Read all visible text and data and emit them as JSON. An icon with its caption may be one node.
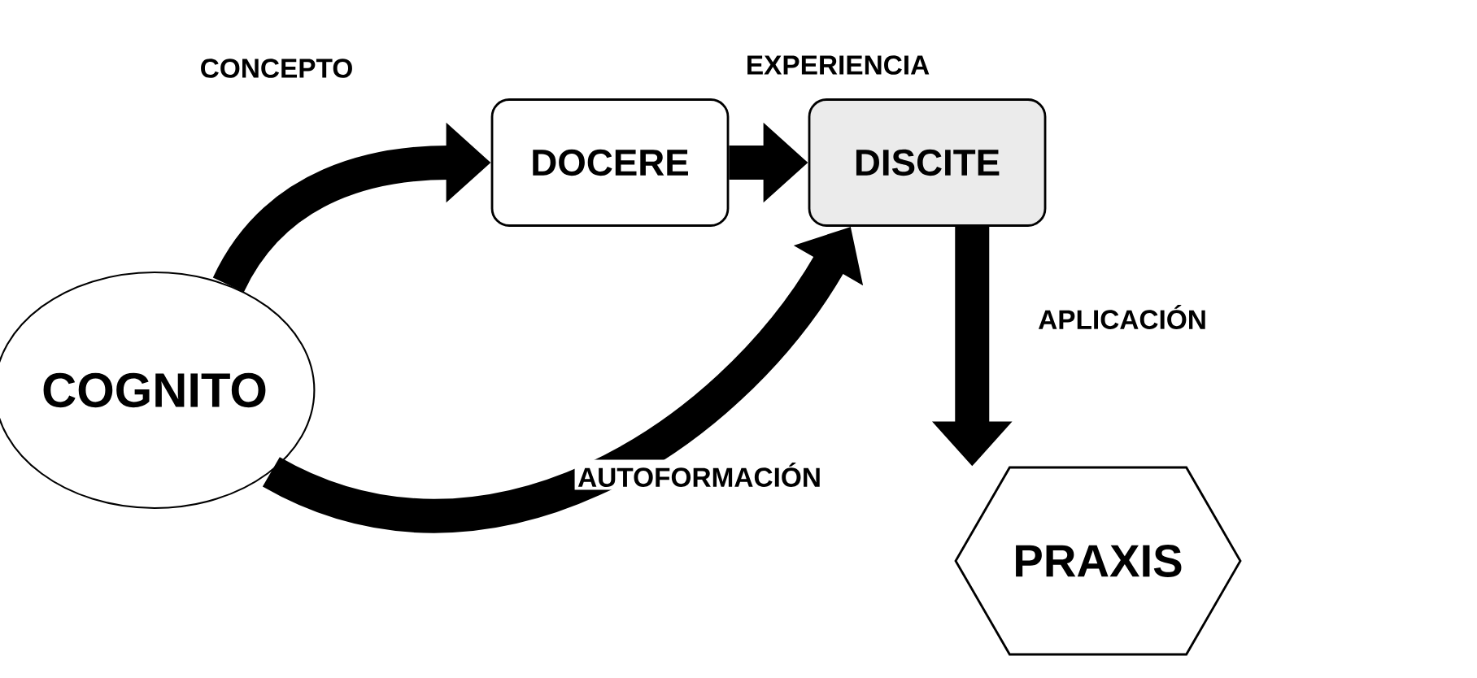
{
  "diagram": {
    "nodes": [
      {
        "text": [
          "COGNITO"
        ]
      },
      {
        "text": [
          "DOCERE"
        ]
      },
      {
        "text": [
          "DISCITE"
        ]
      },
      {
        "text": [
          "PRAXIS"
        ]
      }
    ],
    "edges": [
      {
        "from": 0,
        "to": 1,
        "arrow": "to",
        "label": "CONCEPTO"
      },
      {
        "from": 1,
        "to": 2,
        "arrow": "to",
        "label": "EXPERIENCIA"
      },
      {
        "from": 0,
        "to": 2,
        "arrow": "to",
        "label": "AUTOFORMACIÓN"
      },
      {
        "from": 2,
        "to": 3,
        "arrow": "to",
        "label": "APLICACIÓN"
      }
    ]
  }
}
